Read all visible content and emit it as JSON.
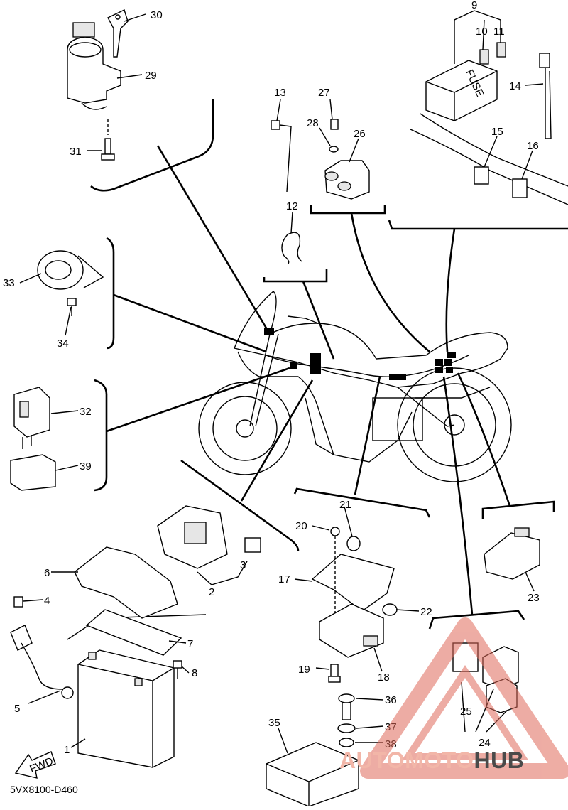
{
  "diagram": {
    "code": "5VX8100-D460",
    "watermark": {
      "part1": "AUTO",
      "part2": "MOTO",
      "part3": "HUB"
    },
    "fuse_label": "FUSE",
    "fwd_label": "FWD",
    "callouts": {
      "c1": "1",
      "c2": "2",
      "c3": "3",
      "c4": "4",
      "c5": "5",
      "c6": "6",
      "c7": "7",
      "c8": "8",
      "c9": "9",
      "c10": "10",
      "c11": "11",
      "c12": "12",
      "c13": "13",
      "c14": "14",
      "c15": "15",
      "c16": "16",
      "c17": "17",
      "c18": "18",
      "c19": "19",
      "c20": "20",
      "c21": "21",
      "c22": "22",
      "c23": "23",
      "c24": "24",
      "c25": "25",
      "c26": "26",
      "c27": "27",
      "c28": "28",
      "c29": "29",
      "c30": "30",
      "c31": "31",
      "c32": "32",
      "c33": "33",
      "c34": "34",
      "c35": "35",
      "c36": "36",
      "c37": "37",
      "c38": "38",
      "c39": "39"
    }
  }
}
